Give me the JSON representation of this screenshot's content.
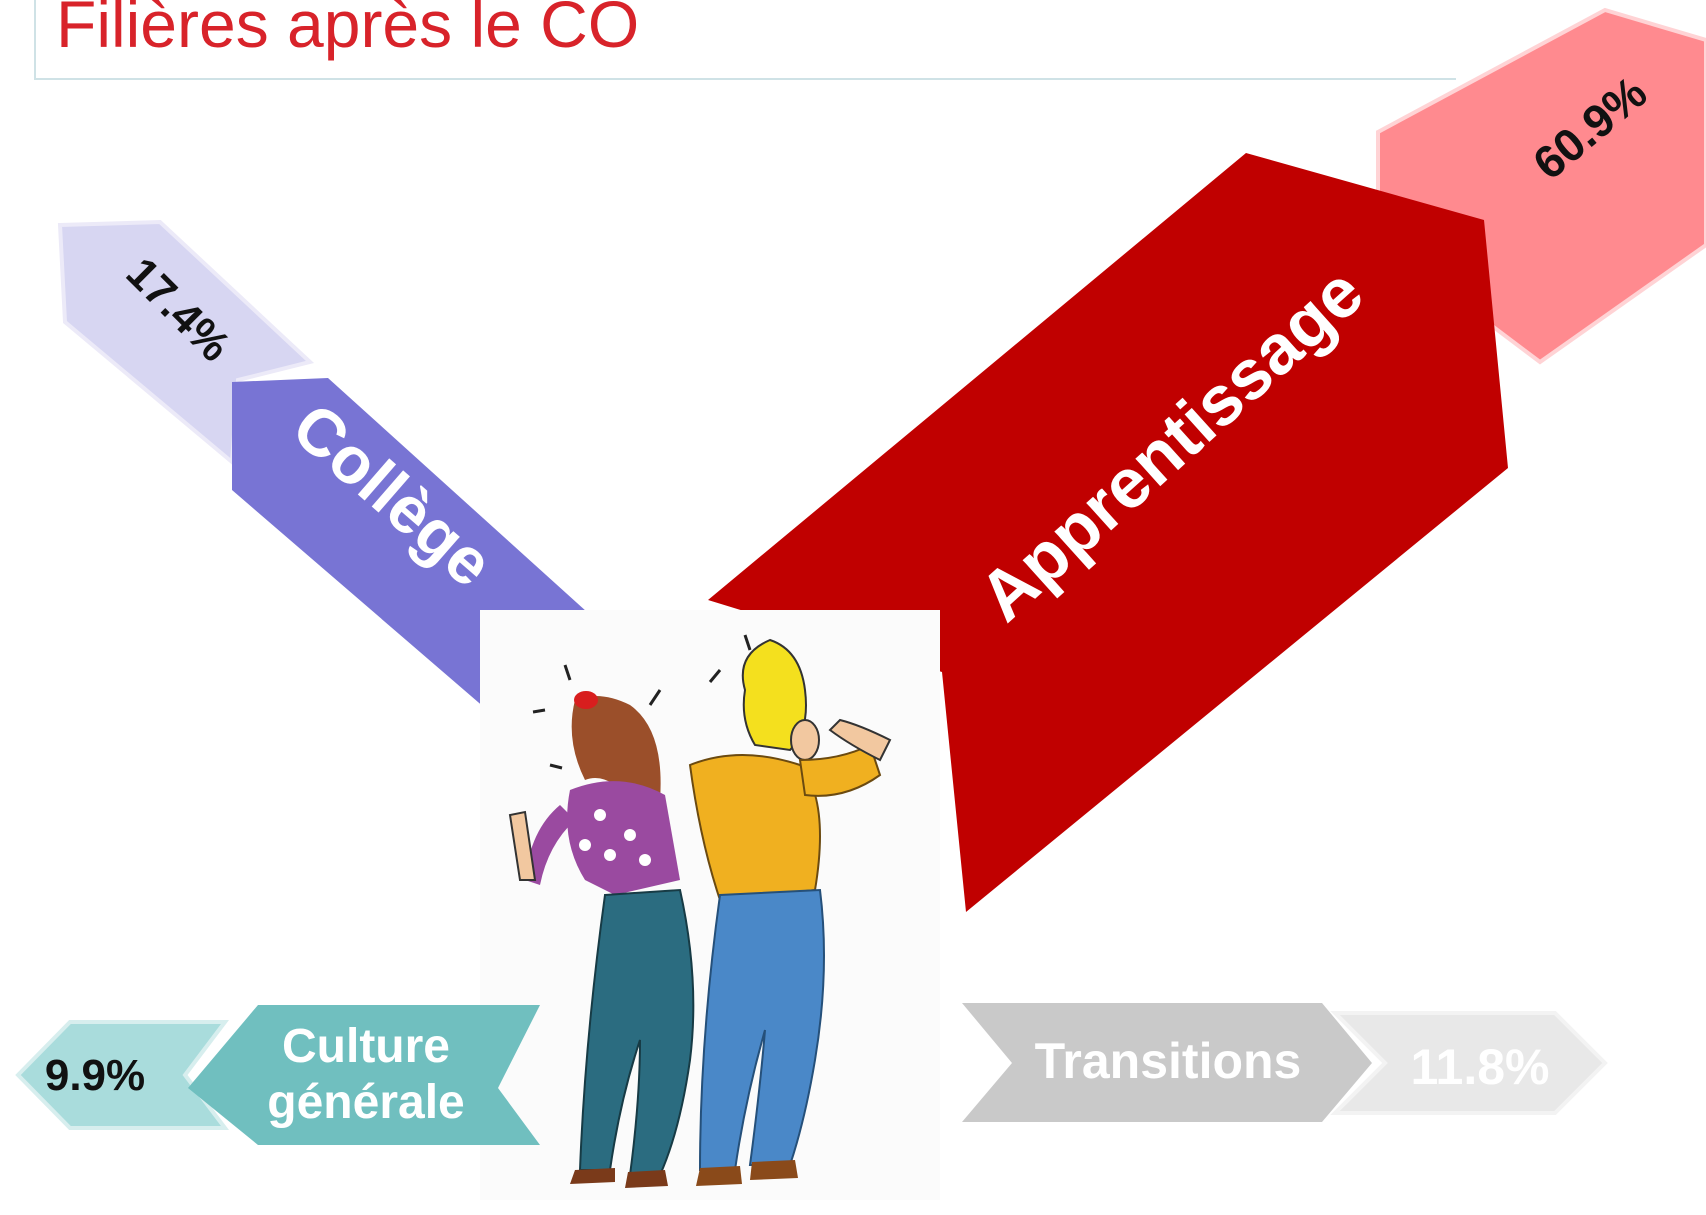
{
  "title": "Filières après le CO",
  "colors": {
    "title": "#d8232a",
    "college": "#7874d4",
    "college_light": "#d7d6f2",
    "apprentissage": "#c00000",
    "apprentissage_light": "#ff8a8f",
    "culture": "#70bfbf",
    "culture_light": "#a9dcdc",
    "transitions": "#c9c9c9",
    "transitions_light": "#e8e8e8"
  },
  "branches": {
    "college": {
      "label": "Collège",
      "percent": "17.4%"
    },
    "apprentissage": {
      "label": "Apprentissage",
      "percent": "60.9%"
    },
    "culture": {
      "label_line1": "Culture",
      "label_line2": "générale",
      "percent": "9.9%"
    },
    "transitions": {
      "label": "Transitions",
      "percent": "11.8%"
    }
  },
  "illustration": {
    "icon": "couple-looking-away-illustration"
  }
}
